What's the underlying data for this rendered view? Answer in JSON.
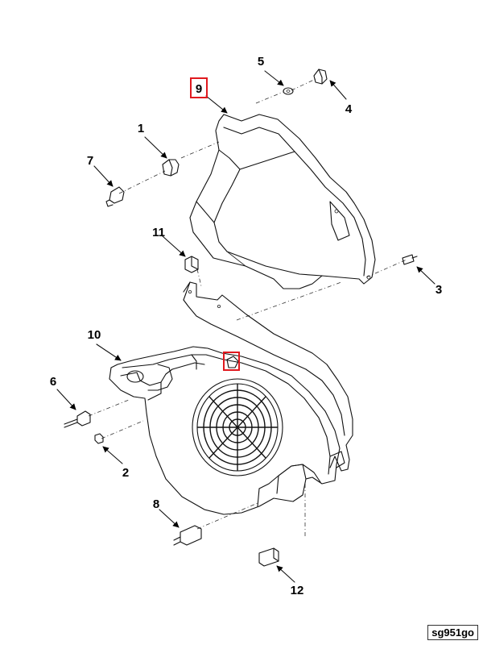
{
  "figure_code": "sg951go",
  "callouts": {
    "c1": "1",
    "c2": "2",
    "c3": "3",
    "c4": "4",
    "c5": "5",
    "c6": "6",
    "c7": "7",
    "c8": "8",
    "c9": "9",
    "c10": "10",
    "c11": "11",
    "c12": "12"
  },
  "highlight_color": "#e0191e"
}
